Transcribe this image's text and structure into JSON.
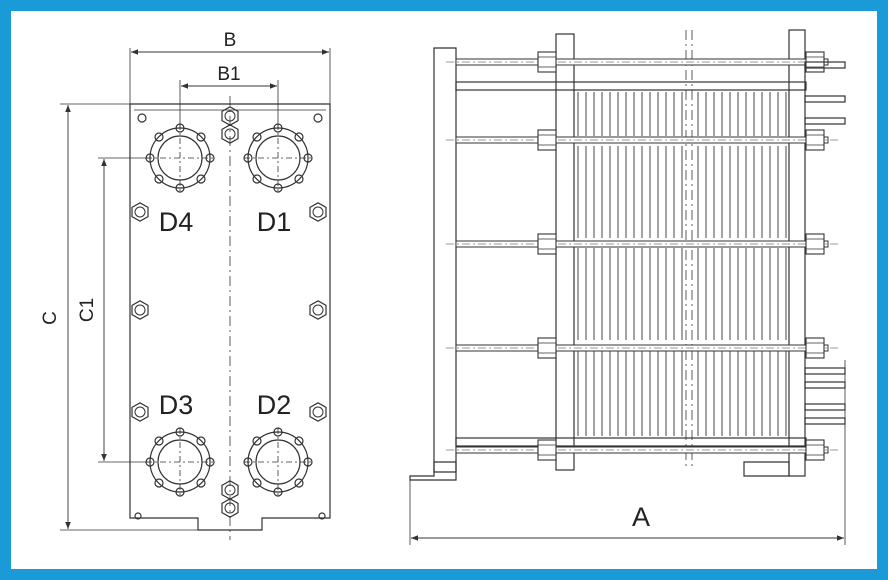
{
  "labels": {
    "B": "B",
    "B1": "B1",
    "C": "C",
    "C1": "C1",
    "D1": "D1",
    "D2": "D2",
    "D3": "D3",
    "D4": "D4",
    "A": "A"
  },
  "colors": {
    "frame_border": "#1a9ad6",
    "line": "#333333",
    "background": "#ffffff"
  }
}
